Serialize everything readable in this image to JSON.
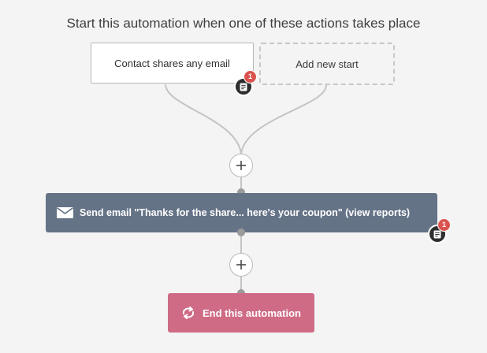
{
  "header": {
    "title": "Start this automation when one of these actions takes place"
  },
  "triggers": [
    {
      "label": "Contact shares any email",
      "note_count": "1"
    }
  ],
  "add_start": {
    "label": "Add new start"
  },
  "action": {
    "label": "Send email \"Thanks for the share... here's your coupon\" (view reports)",
    "note_count": "1",
    "icon": "envelope-icon",
    "color": "#657387"
  },
  "end": {
    "label": "End this automation",
    "icon": "loop-arrows-icon",
    "color": "#cf6b85"
  },
  "add_step": {
    "icon": "plus-icon"
  }
}
